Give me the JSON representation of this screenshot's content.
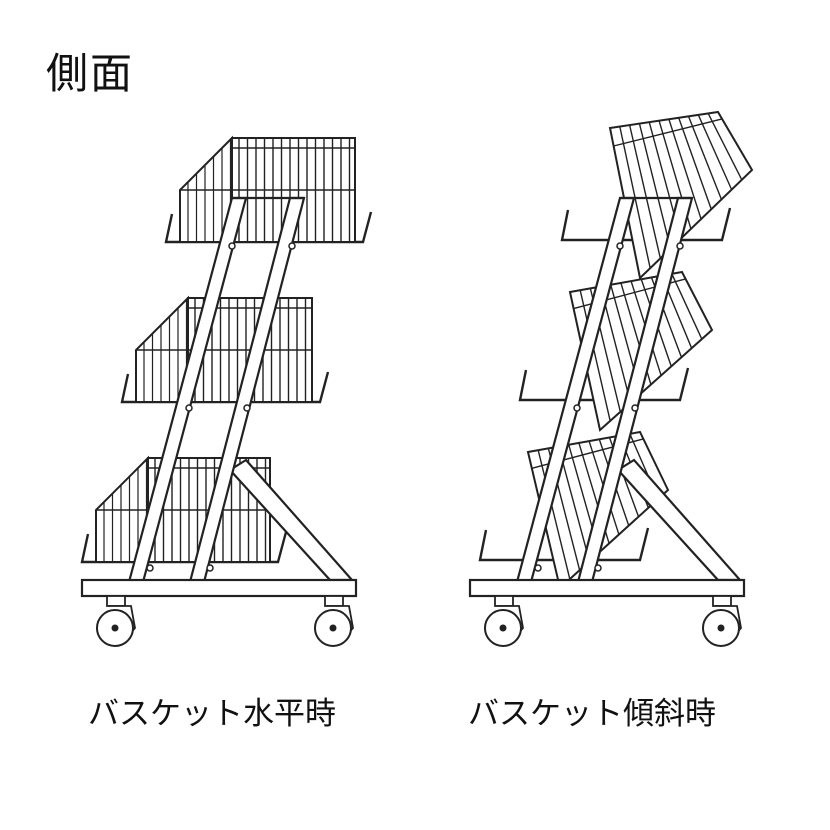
{
  "title": "側面",
  "captions": {
    "horizontal": "バスケット水平時",
    "tilted": "バスケット傾斜時"
  },
  "colors": {
    "line": "#222222",
    "background": "#ffffff"
  }
}
